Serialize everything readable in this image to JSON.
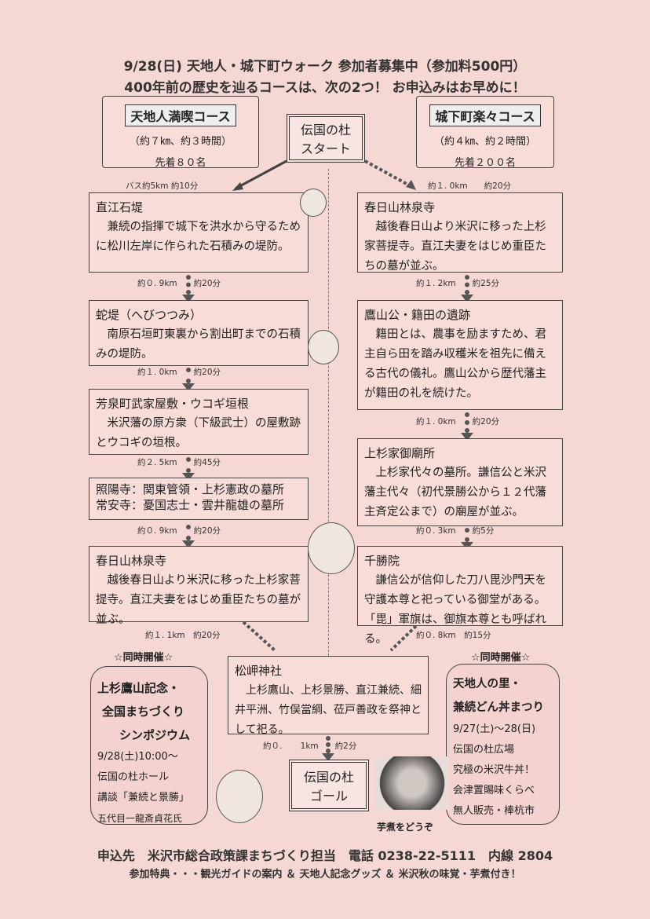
{
  "header": {
    "line1": "9/28(日) 天地人・城下町ウォーク 参加者募集中（参加料500円）",
    "line2": "400年前の歴史を辿るコースは、次の2つ！ お申込みはお早めに！"
  },
  "course_left": {
    "title": "天地人満喫コース",
    "detail": "（約７㎞、約３時間）",
    "limit": "先着８０名"
  },
  "course_right": {
    "title": "城下町楽々コース",
    "detail": "（約４㎞、約２時間）",
    "limit": "先着２００名"
  },
  "start": {
    "line1": "伝国の杜",
    "line2": "スタート"
  },
  "goal": {
    "line1": "伝国の杜",
    "line2": "ゴール"
  },
  "left": [
    {
      "dist": "バス約5km 約10分",
      "title": "直江石堤",
      "desc": "兼続の指揮で城下を洪水から守るために松川左岸に作られた石積みの堤防。"
    },
    {
      "dist": "約０. 9km　　約20分",
      "title": "蛇堤（へびつつみ）",
      "desc": "南原石垣町東裏から割出町までの石積みの堤防。"
    },
    {
      "dist": "約１. 0km　　約20分",
      "title": "芳泉町武家屋敷・ウコギ垣根",
      "desc": "米沢藩の原方衆（下級武士）の屋敷跡とウコギの垣根。"
    },
    {
      "dist": "約２. 5km　　約45分",
      "title": "照陽寺：関東管領・上杉憲政の墓所",
      "title2": "常安寺：憂国志士・雲井龍雄の墓所"
    },
    {
      "dist": "約０. 9km　　約20分",
      "title": "春日山林泉寺",
      "desc": "越後春日山より米沢に移った上杉家菩提寺。直江夫妻をはじめ重臣たちの墓が並ぶ。"
    }
  ],
  "left_last_dist": "約１. 1km　約20分",
  "right": [
    {
      "dist": "約１. 0km　　約20分",
      "title": "春日山林泉寺",
      "desc": "越後春日山より米沢に移った上杉家菩提寺。直江夫妻をはじめ重臣たちの墓が並ぶ。"
    },
    {
      "dist": "約１. 2km　　約25分",
      "title": "鷹山公・籍田の遺跡",
      "desc": "籍田とは、農事を励ますため、君主自ら田を踏み収穫米を祖先に備える古代の儀礼。鷹山公から歴代藩主が籍田の礼を続けた。"
    },
    {
      "dist": "約１. 0km　　約20分",
      "title": "上杉家御廟所",
      "desc": "上杉家代々の墓所。謙信公と米沢藩主代々（初代景勝公から１２代藩主斉定公まで）の廟屋が並ぶ。"
    },
    {
      "dist": "約０. 3km　　約5分",
      "title": "千勝院",
      "desc": "謙信公が信仰した刀八毘沙門天を守護本尊と祀っている御堂がある。「毘」軍旗は、御旗本尊とも呼ばれる。"
    }
  ],
  "right_last_dist": "約０. 8km　約15分",
  "shrine": {
    "title": "松岬神社",
    "desc": "上杉鷹山、上杉景勝、直江兼続、細井平洲、竹俣當綱、莅戸善政を祭神として祀る。"
  },
  "goal_dist": "約０. 1km　　約2分",
  "event_left": {
    "header": "☆同時開催☆",
    "t1": "上杉鷹山記念・",
    "t2": "全国まちづくり",
    "t3": "シンポジウム",
    "l1": "9/28(土)10:00～",
    "l2": "伝国の杜ホール",
    "l3": "講談「兼続と景勝」",
    "l4": "五代目一龍斎貞花氏"
  },
  "event_right": {
    "header": "☆同時開催☆",
    "t1": "天地人の里・",
    "t2": "兼続どん丼まつり",
    "l1": "9/27(土)～28(日)",
    "l2": "伝国の杜広場",
    "l3": "究極の米沢牛丼！",
    "l4": "会津置賜味くらべ",
    "l5": "無人販売・棒杭市"
  },
  "photo_caption": "芋煮をどうぞ",
  "footer": {
    "line1": "申込先　米沢市総合政策課まちづくり担当　電話 0238-22-5111　内線 2804",
    "line2": "参加特典・・・観光ガイドの案内 ＆ 天地人記念グッズ ＆ 米沢秋の味覚・芋煮付き！"
  }
}
